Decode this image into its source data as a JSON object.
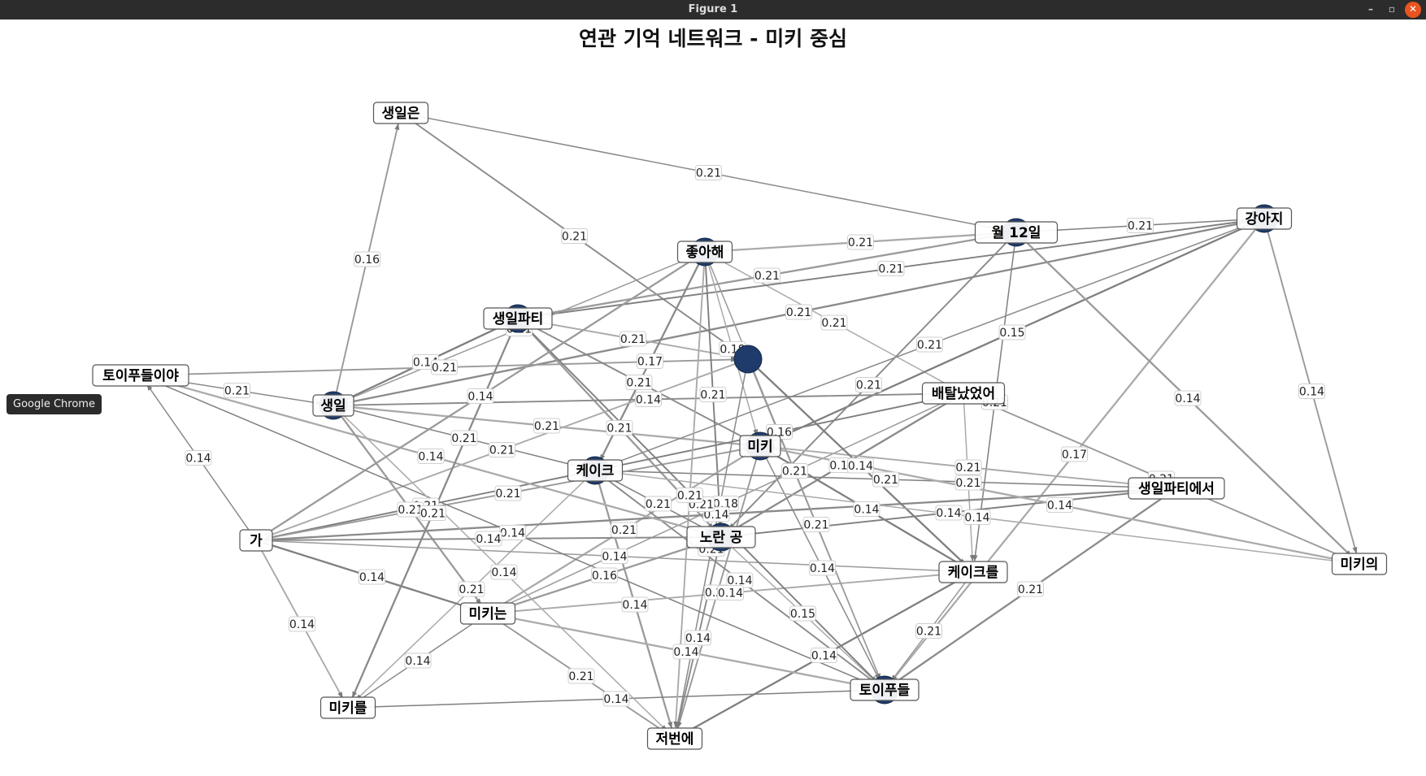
{
  "window": {
    "title": "Figure 1",
    "buttons": [
      "–",
      "▫",
      "✕"
    ]
  },
  "figure": {
    "title": "연관 기억 네트워크 - 미키 중심"
  },
  "tooltip": "Google Chrome",
  "chart_data": {
    "type": "network",
    "directed": true,
    "nodes": [
      {
        "id": "saengil_eun",
        "label": "생일은",
        "emphasis": false
      },
      {
        "id": "wol12il",
        "label": "월 12일",
        "emphasis": true
      },
      {
        "id": "gangaji",
        "label": "강아지",
        "emphasis": true
      },
      {
        "id": "joahae",
        "label": "좋아해",
        "emphasis": true
      },
      {
        "id": "saengil_party",
        "label": "생일파티",
        "emphasis": true
      },
      {
        "id": "toypudeul_iya",
        "label": "토이푸들이야",
        "emphasis": false
      },
      {
        "id": "saengil",
        "label": "생일",
        "emphasis": true
      },
      {
        "id": "hidden_top",
        "label": "",
        "emphasis": true
      },
      {
        "id": "baetal",
        "label": "배탈났었어",
        "emphasis": false
      },
      {
        "id": "miki",
        "label": "미키",
        "emphasis": true
      },
      {
        "id": "keiki",
        "label": "케이크",
        "emphasis": true
      },
      {
        "id": "saengil_party_eseo",
        "label": "생일파티에서",
        "emphasis": false
      },
      {
        "id": "ga",
        "label": "가",
        "emphasis": false
      },
      {
        "id": "norang_gong",
        "label": "노란 공",
        "emphasis": true
      },
      {
        "id": "mikiui",
        "label": "미키의",
        "emphasis": false
      },
      {
        "id": "keikeureul",
        "label": "케이크를",
        "emphasis": false
      },
      {
        "id": "mikineun",
        "label": "미키는",
        "emphasis": false
      },
      {
        "id": "toypudeul",
        "label": "토이푸들",
        "emphasis": true
      },
      {
        "id": "mikireul",
        "label": "미키를",
        "emphasis": false
      },
      {
        "id": "jeobeone",
        "label": "저번에",
        "emphasis": false
      }
    ],
    "edges": [
      {
        "s": "saengil_eun",
        "t": "wol12il",
        "w": "0.21"
      },
      {
        "s": "saengil",
        "t": "saengil_eun",
        "w": "0.16"
      },
      {
        "s": "joahae",
        "t": "wol12il",
        "w": "0.21"
      },
      {
        "s": "wol12il",
        "t": "gangaji",
        "w": "0.21"
      },
      {
        "s": "saengil_eun",
        "t": "hidden_top",
        "w": "0.21"
      },
      {
        "s": "saengil_party",
        "t": "wol12il",
        "w": "0.21"
      },
      {
        "s": "joahae",
        "t": "baetal",
        "w": "0.21"
      },
      {
        "s": "saengil_party",
        "t": "gangaji",
        "w": "0.21"
      },
      {
        "s": "saengil",
        "t": "gangaji",
        "w": "0.21"
      },
      {
        "s": "saengil",
        "t": "joahae",
        "w": "0.21"
      },
      {
        "s": "saengil_party",
        "t": "hidden_top",
        "w": "0.21"
      },
      {
        "s": "saengil",
        "t": "saengil_party",
        "w": "0.14"
      },
      {
        "s": "toypudeul_iya",
        "t": "saengil",
        "w": "0.21"
      },
      {
        "s": "toypudeul_iya",
        "t": "hidden_top",
        "w": "0.21"
      },
      {
        "s": "saengil",
        "t": "miki",
        "w": "0.21"
      },
      {
        "s": "saengil",
        "t": "keiki",
        "w": "0.21"
      },
      {
        "s": "saengil_party",
        "t": "miki",
        "w": "0.21"
      },
      {
        "s": "saengil_party",
        "t": "norang_gong",
        "w": "0.21"
      },
      {
        "s": "joahae",
        "t": "miki",
        "w": "0.18"
      },
      {
        "s": "joahae",
        "t": "norang_gong",
        "w": "0.21"
      },
      {
        "s": "joahae",
        "t": "keiki",
        "w": "0.17"
      },
      {
        "s": "hidden_top",
        "t": "toypudeul",
        "w": "0.21"
      },
      {
        "s": "hidden_top",
        "t": "ga",
        "w": "0.21"
      },
      {
        "s": "gangaji",
        "t": "miki",
        "w": "0.15"
      },
      {
        "s": "gangaji",
        "t": "keiki",
        "w": "0.21"
      },
      {
        "s": "gangaji",
        "t": "mikiui",
        "w": "0.14"
      },
      {
        "s": "gangaji",
        "t": "toypudeul",
        "w": "0.17"
      },
      {
        "s": "wol12il",
        "t": "keikeureul",
        "w": "0.21"
      },
      {
        "s": "wol12il",
        "t": "norang_gong",
        "w": "0.21"
      },
      {
        "s": "wol12il",
        "t": "mikiui",
        "w": "0.14"
      },
      {
        "s": "baetal",
        "t": "keikeureul",
        "w": "0.21"
      },
      {
        "s": "baetal",
        "t": "keiki",
        "w": "0.16"
      },
      {
        "s": "baetal",
        "t": "norang_gong",
        "w": "0.14"
      },
      {
        "s": "baetal",
        "t": "mikineun",
        "w": "0.18"
      },
      {
        "s": "miki",
        "t": "saengil_party_eseo",
        "w": "0.21"
      },
      {
        "s": "miki",
        "t": "keikeureul",
        "w": "0.14"
      },
      {
        "s": "miki",
        "t": "toypudeul",
        "w": "0.14"
      },
      {
        "s": "miki",
        "t": "jeobeone",
        "w": "0.21"
      },
      {
        "s": "miki",
        "t": "mikineun",
        "w": "0.21"
      },
      {
        "s": "keiki",
        "t": "saengil_party_eseo",
        "w": "0.21"
      },
      {
        "s": "keiki",
        "t": "toypudeul",
        "w": "0.14"
      },
      {
        "s": "keiki",
        "t": "jeobeone",
        "w": "0.14"
      },
      {
        "s": "keiki",
        "t": "mikireul",
        "w": "0.21"
      },
      {
        "s": "ga",
        "t": "keiki",
        "w": "0.21"
      },
      {
        "s": "ga",
        "t": "saengil_party_eseo",
        "w": "0.14"
      },
      {
        "s": "ga",
        "t": "keikeureul",
        "w": "0.14"
      },
      {
        "s": "ga",
        "t": "mikireul",
        "w": "0.14"
      },
      {
        "s": "ga",
        "t": "mikineun",
        "w": "0.14"
      },
      {
        "s": "ga",
        "t": "toypudeul_iya",
        "w": "0.14"
      },
      {
        "s": "ga",
        "t": "miki",
        "w": "0.21"
      },
      {
        "s": "toypudeul_iya",
        "t": "norang_gong",
        "w": "0.14"
      },
      {
        "s": "toypudeul_iya",
        "t": "toypudeul",
        "w": "0.14"
      },
      {
        "s": "norang_gong",
        "t": "jeobeone",
        "w": "0.14"
      },
      {
        "s": "norang_gong",
        "t": "mikineun",
        "w": "0.16"
      },
      {
        "s": "norang_gong",
        "t": "toypudeul",
        "w": "0.15"
      },
      {
        "s": "saengil_party_eseo",
        "t": "norang_gong",
        "w": "0.14"
      },
      {
        "s": "saengil_party_eseo",
        "t": "toypudeul",
        "w": "0.21"
      },
      {
        "s": "keikeureul",
        "t": "toypudeul",
        "w": "0.21"
      },
      {
        "s": "keikeureul",
        "t": "mikineun",
        "w": "0.14"
      },
      {
        "s": "keikeureul",
        "t": "jeobeone",
        "w": "0.14"
      },
      {
        "s": "mikineun",
        "t": "mikireul",
        "w": "0.14"
      },
      {
        "s": "mikineun",
        "t": "jeobeone",
        "w": "0.21"
      },
      {
        "s": "mikineun",
        "t": "toypudeul",
        "w": "0.14"
      },
      {
        "s": "mikireul",
        "t": "toypudeul",
        "w": "0.14"
      },
      {
        "s": "saengil",
        "t": "baetal",
        "w": "0.14"
      },
      {
        "s": "saengil",
        "t": "mikineun",
        "w": "0.21"
      },
      {
        "s": "saengil",
        "t": "jeobeone",
        "w": "0.14"
      },
      {
        "s": "saengil_party",
        "t": "toypudeul",
        "w": "0.21"
      },
      {
        "s": "saengil_party",
        "t": "mikireul",
        "w": "0.21"
      },
      {
        "s": "joahae",
        "t": "toypudeul",
        "w": "0.21"
      },
      {
        "s": "joahae",
        "t": "jeobeone",
        "w": "0.21"
      },
      {
        "s": "hidden_top",
        "t": "keikeureul",
        "w": "0.14"
      },
      {
        "s": "hidden_top",
        "t": "jeobeone",
        "w": "0.21"
      },
      {
        "s": "baetal",
        "t": "mikiui",
        "w": "0.21"
      },
      {
        "s": "miki",
        "t": "mikiui",
        "w": "0.14"
      },
      {
        "s": "keiki",
        "t": "norang_gong",
        "w": "0.21"
      },
      {
        "s": "ga",
        "t": "norang_gong",
        "w": "0.14"
      },
      {
        "s": "ga",
        "t": "joahae",
        "w": "0.14"
      },
      {
        "s": "mikiui",
        "t": "keiki",
        "w": "0.14"
      }
    ]
  }
}
